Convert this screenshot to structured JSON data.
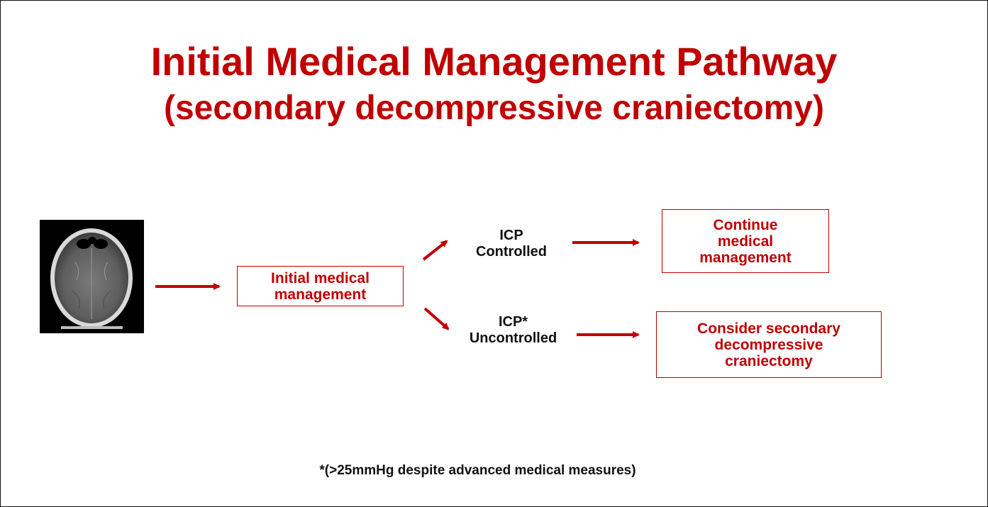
{
  "title": {
    "main": "Initial Medical Management Pathway",
    "sub": "(secondary decompressive craniectomy)"
  },
  "nodes": {
    "initial": "Initial medical\nmanagement",
    "controlled_label": "ICP\nControlled",
    "uncontrolled_label": "ICP*\nUncontrolled",
    "continue": "Continue\nmedical\nmanagement",
    "consider": "Consider secondary\ndecompressive\ncraniectomy"
  },
  "footnote": "*(>25mmHg despite advanced medical measures)",
  "colors": {
    "accent": "#c00000",
    "text": "#111111"
  },
  "image": {
    "name": "ct-head-scan"
  }
}
